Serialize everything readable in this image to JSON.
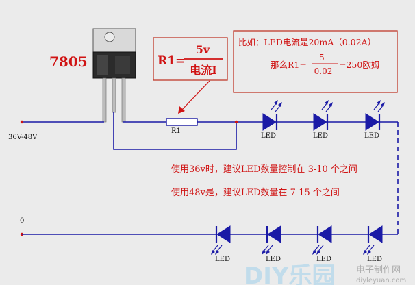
{
  "regulator": {
    "label": "7805"
  },
  "formula": {
    "lhs": "R1=",
    "numerator": "5v",
    "denominator": "电流I"
  },
  "example": {
    "line1": "比如：LED电流是20mA（0.02A）",
    "line2_prefix": "那么R1=",
    "line2_numerator": "5",
    "line2_denominator": "0.02",
    "line2_result": "=250欧姆"
  },
  "input": {
    "voltage_label": "36V-48V",
    "ground_label": "0"
  },
  "resistor": {
    "label": "R1"
  },
  "led": {
    "label": "LED"
  },
  "notes": {
    "note1": "使用36v时，建议LED数量控制在 3-10 个之间",
    "note2": "使用48v是，建议LED数量在 7-15 个之间"
  },
  "watermark": {
    "text1": "DIY乐园",
    "text2": "电子制作网",
    "text3": "diyleyuan.com"
  },
  "colors": {
    "background": "#ebebeb",
    "wire": "#1a1aa6",
    "text_red": "#d01414",
    "box_border": "#c0392b",
    "regulator": "#333333"
  }
}
